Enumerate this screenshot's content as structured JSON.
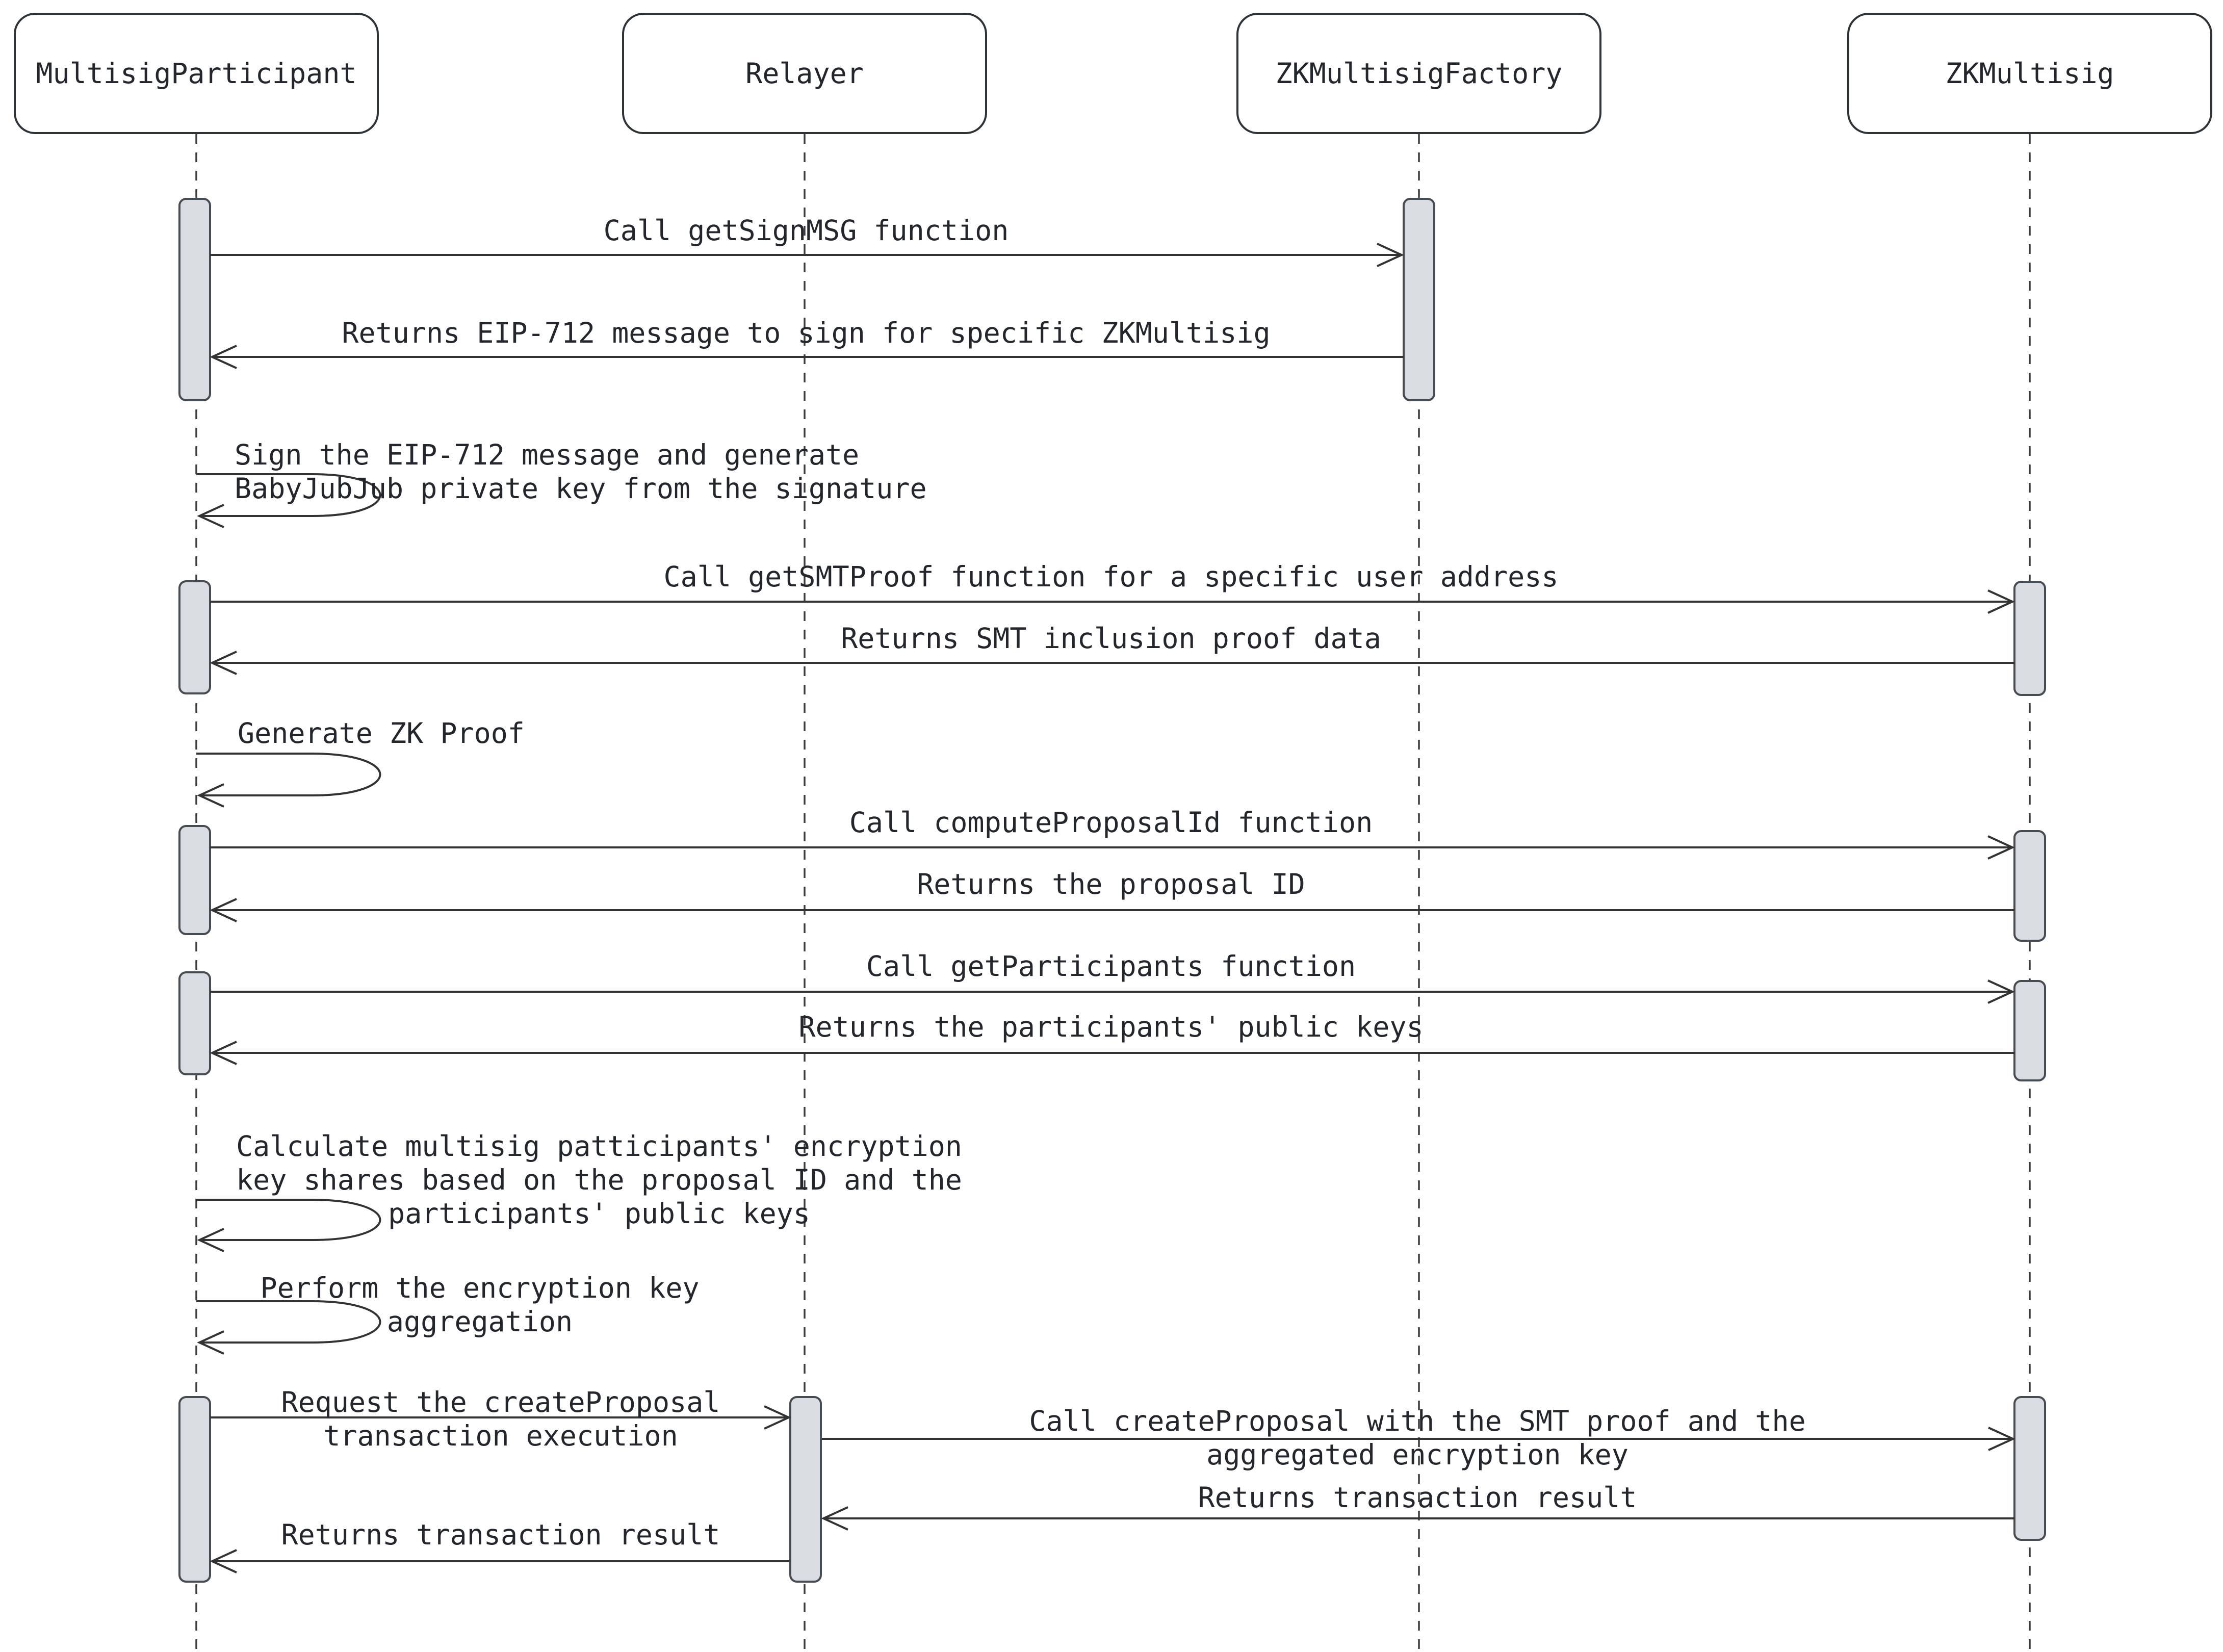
{
  "diagram": {
    "type": "sequence-diagram",
    "actors": [
      {
        "label": "MultisigParticipant"
      },
      {
        "label": "Relayer"
      },
      {
        "label": "ZKMultisigFactory"
      },
      {
        "label": "ZKMultisig"
      }
    ],
    "messages": [
      {
        "from": "MultisigParticipant",
        "to": "ZKMultisigFactory",
        "kind": "call",
        "text": "Call getSignMSG function"
      },
      {
        "from": "ZKMultisigFactory",
        "to": "MultisigParticipant",
        "kind": "return",
        "text": "Returns EIP-712 message to sign for specific ZKMultisig"
      },
      {
        "from": "MultisigParticipant",
        "to": "MultisigParticipant",
        "kind": "self",
        "text": "Sign the EIP-712 message and generate\nBabyJubJub private key from the signature"
      },
      {
        "from": "MultisigParticipant",
        "to": "ZKMultisig",
        "kind": "call",
        "text": "Call getSMTProof function for a specific user address"
      },
      {
        "from": "ZKMultisig",
        "to": "MultisigParticipant",
        "kind": "return",
        "text": "Returns SMT inclusion proof data"
      },
      {
        "from": "MultisigParticipant",
        "to": "MultisigParticipant",
        "kind": "self",
        "text": "Generate ZK Proof"
      },
      {
        "from": "MultisigParticipant",
        "to": "ZKMultisig",
        "kind": "call",
        "text": "Call computeProposalId function"
      },
      {
        "from": "ZKMultisig",
        "to": "MultisigParticipant",
        "kind": "return",
        "text": "Returns the proposal ID"
      },
      {
        "from": "MultisigParticipant",
        "to": "ZKMultisig",
        "kind": "call",
        "text": "Call getParticipants function"
      },
      {
        "from": "ZKMultisig",
        "to": "MultisigParticipant",
        "kind": "return",
        "text": "Returns the participants' public keys"
      },
      {
        "from": "MultisigParticipant",
        "to": "MultisigParticipant",
        "kind": "self",
        "text": "Calculate multisig patticipants' encryption\nkey shares based on the proposal ID and the\nparticipants' public keys"
      },
      {
        "from": "MultisigParticipant",
        "to": "MultisigParticipant",
        "kind": "self",
        "text": "Perform the encryption key\naggregation"
      },
      {
        "from": "MultisigParticipant",
        "to": "Relayer",
        "kind": "call",
        "text": "Request the createProposal\ntransaction execution"
      },
      {
        "from": "Relayer",
        "to": "ZKMultisig",
        "kind": "call",
        "text": "Call createProposal with the SMT proof and the\naggregated encryption key"
      },
      {
        "from": "ZKMultisig",
        "to": "Relayer",
        "kind": "return",
        "text": "Returns transaction result"
      },
      {
        "from": "Relayer",
        "to": "MultisigParticipant",
        "kind": "return",
        "text": "Returns transaction result"
      }
    ],
    "colors": {
      "background": "#ffffff",
      "line": "#333333",
      "text": "#23272d",
      "actor_border": "#2e3338",
      "activation_fill": "#d9dde1",
      "activation_border": "#454c53"
    }
  }
}
